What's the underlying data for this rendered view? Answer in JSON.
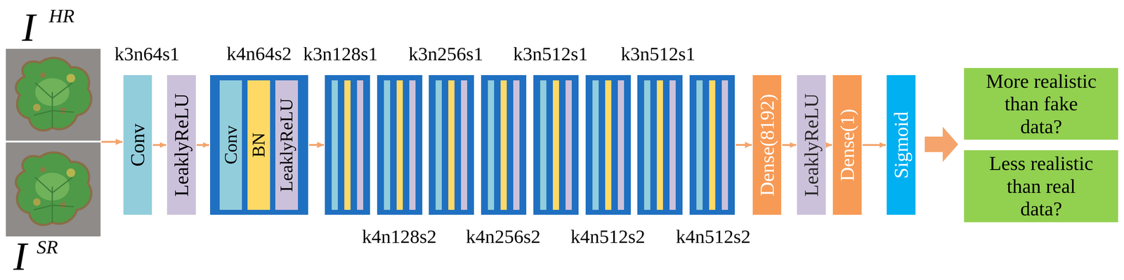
{
  "diagram": {
    "nodes": [
      {
        "text": [
          "Conv"
        ]
      },
      {
        "text": [
          "LeaklyReLU"
        ]
      },
      {
        "text": [
          "k4n64s2"
        ]
      },
      {
        "text": [
          "Conv"
        ],
        "in": 2
      },
      {
        "text": [
          "BN"
        ],
        "in": 2
      },
      {
        "text": [
          "LeaklyReLU"
        ],
        "in": 2
      },
      {
        "text": [
          "Dense(8192)"
        ]
      },
      {
        "text": [
          "LeaklyReLU"
        ]
      },
      {
        "text": [
          "Dense(1)"
        ]
      },
      {
        "text": [
          "Sigmoid"
        ]
      },
      {
        "text": [
          "More realistic than fake data?"
        ]
      },
      {
        "text": [
          "Less realistic than real data?"
        ]
      }
    ],
    "edges": [
      {
        "from": 0,
        "to": 1,
        "arrow": "to"
      },
      {
        "from": 1,
        "to": 2,
        "arrow": "to"
      },
      {
        "from": 6,
        "to": 7,
        "arrow": "to"
      },
      {
        "from": 7,
        "to": 8,
        "arrow": "to"
      },
      {
        "from": 8,
        "to": 9,
        "arrow": "to"
      }
    ],
    "labels": [
      "I",
      "HR",
      "k3n64s1",
      "k3n128s1",
      "k3n256s1",
      "k3n512s1",
      "k3n512s1",
      "k4n128s2",
      "k4n256s2",
      "k4n512s2",
      "k4n512s2",
      "I",
      "SR"
    ]
  }
}
